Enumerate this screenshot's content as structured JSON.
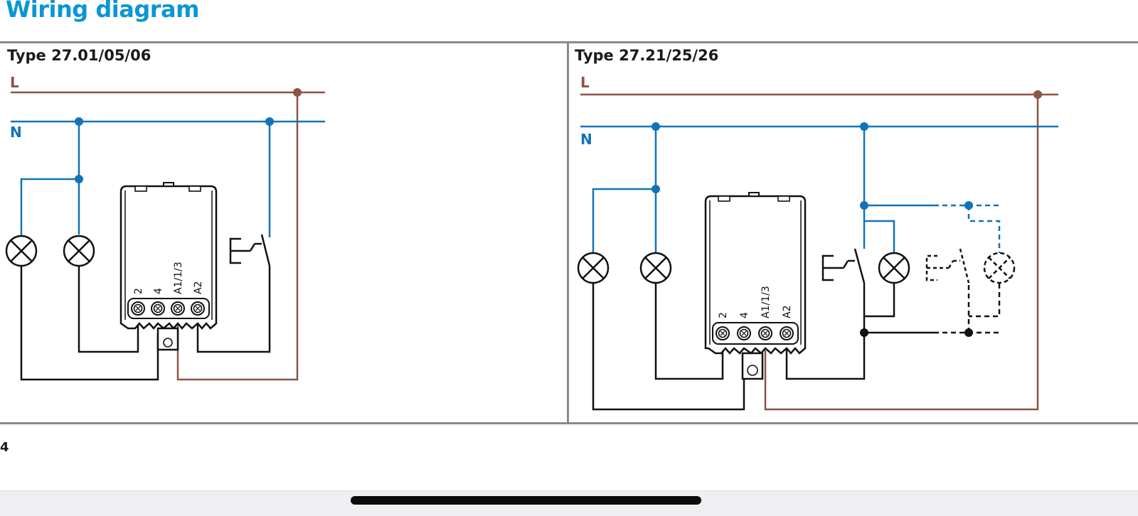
{
  "page": {
    "title": "Wiring diagram",
    "page_number": "4"
  },
  "colors": {
    "title": "#0b96d3",
    "live": "#8c5443",
    "neutral": "#1273b8",
    "wire_black": "#111111",
    "rule": "#8a8a8a"
  },
  "panels": [
    {
      "title": "Type 27.01/05/06",
      "line_labels": {
        "live": "L",
        "neutral": "N"
      },
      "terminals": [
        "2",
        "4",
        "A1/1/3",
        "A2"
      ],
      "components": [
        "lamp",
        "lamp",
        "relay-module",
        "push-button"
      ]
    },
    {
      "title": "Type 27.21/25/26",
      "line_labels": {
        "live": "L",
        "neutral": "N"
      },
      "terminals": [
        "2",
        "4",
        "A1/1/3",
        "A2"
      ],
      "components": [
        "lamp",
        "lamp",
        "relay-module",
        "push-button",
        "lamp",
        "optional-push-button",
        "optional-lamp"
      ]
    }
  ]
}
